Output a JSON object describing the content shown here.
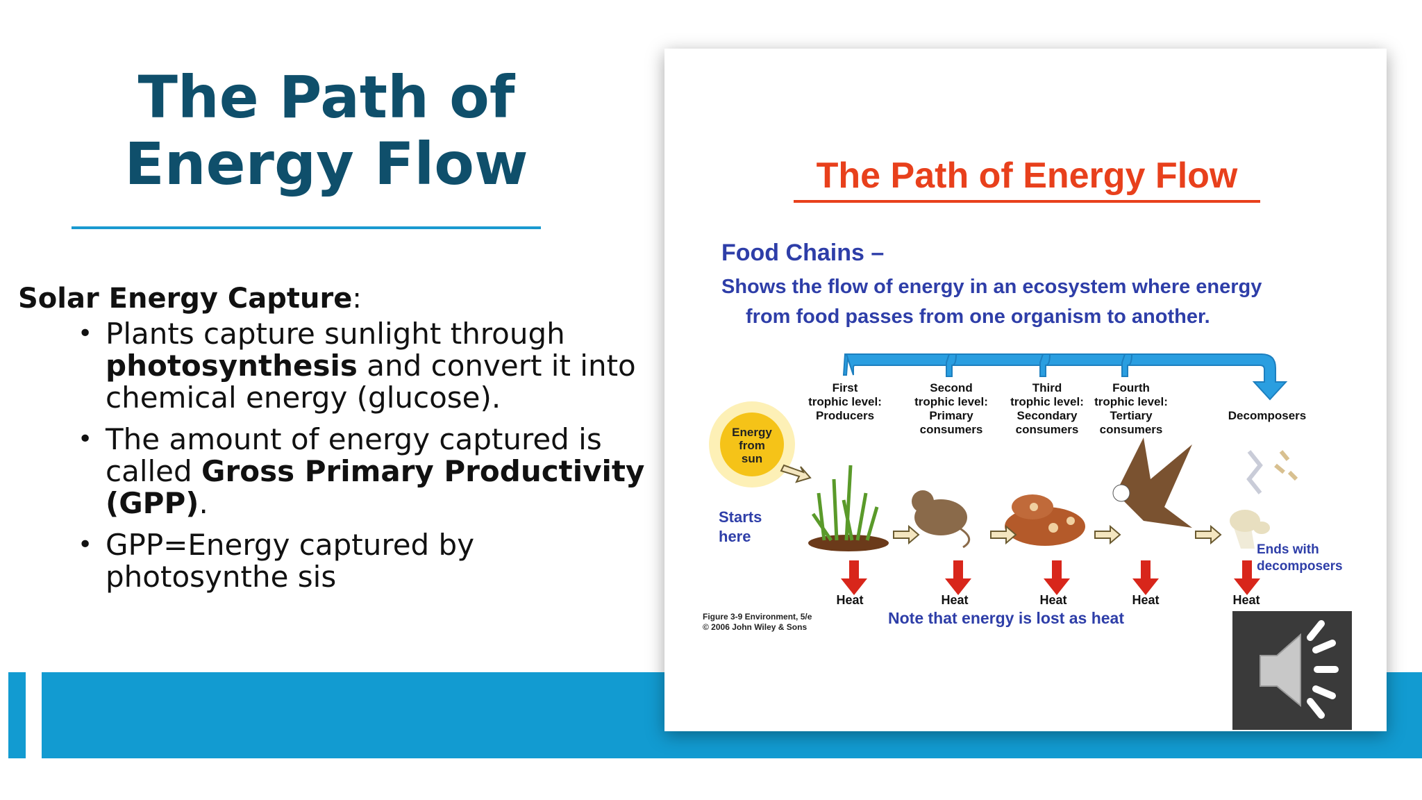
{
  "slide": {
    "title_line1": "The Path of",
    "title_line2": "Energy Flow",
    "heading": "Solar Energy Capture",
    "heading_suffix": ":",
    "bullets": [
      {
        "t1": "Plants capture sunlight through ",
        "b1": "photosynthesis",
        "t2": " and convert it into chemical energy (glucose)."
      },
      {
        "t1": "The amount of energy captured is called ",
        "b1": "Gross Primary Productivity (GPP)",
        "t2": "."
      },
      {
        "t1": "GPP=Energy captured by photosynthe sis",
        "b1": "",
        "t2": ""
      }
    ]
  },
  "figure": {
    "title": "The Path of Energy Flow",
    "subtitle": "Food Chains –",
    "desc_line1": "Shows the flow of energy in an ecosystem where energy",
    "desc_line2": "from food passes from one organism to another.",
    "sun_label": [
      "Energy",
      "from",
      "sun"
    ],
    "start_label": [
      "Starts",
      "here"
    ],
    "levels": [
      {
        "lines": [
          "First",
          "trophic level:",
          "Producers"
        ]
      },
      {
        "lines": [
          "Second",
          "trophic level:",
          "Primary",
          "consumers"
        ]
      },
      {
        "lines": [
          "Third",
          "trophic level:",
          "Secondary",
          "consumers"
        ]
      },
      {
        "lines": [
          "Fourth",
          "trophic level:",
          "Tertiary",
          "consumers"
        ]
      },
      {
        "lines": [
          "Decomposers"
        ]
      }
    ],
    "heat_label": "Heat",
    "end_label": [
      "Ends with",
      "decomposers"
    ],
    "note": "Note that energy is lost as heat",
    "credit_line1": "Figure 3-9  Environment, 5/e",
    "credit_line2": "© 2006 John Wiley & Sons",
    "colors": {
      "title": "#e8401c",
      "blue_text": "#2e3ea8",
      "heat_arrow": "#d8261b",
      "flow_arrow": "#2a9ee0",
      "sun": "#f5c318"
    }
  },
  "audio": {
    "icon": "speaker-icon"
  }
}
